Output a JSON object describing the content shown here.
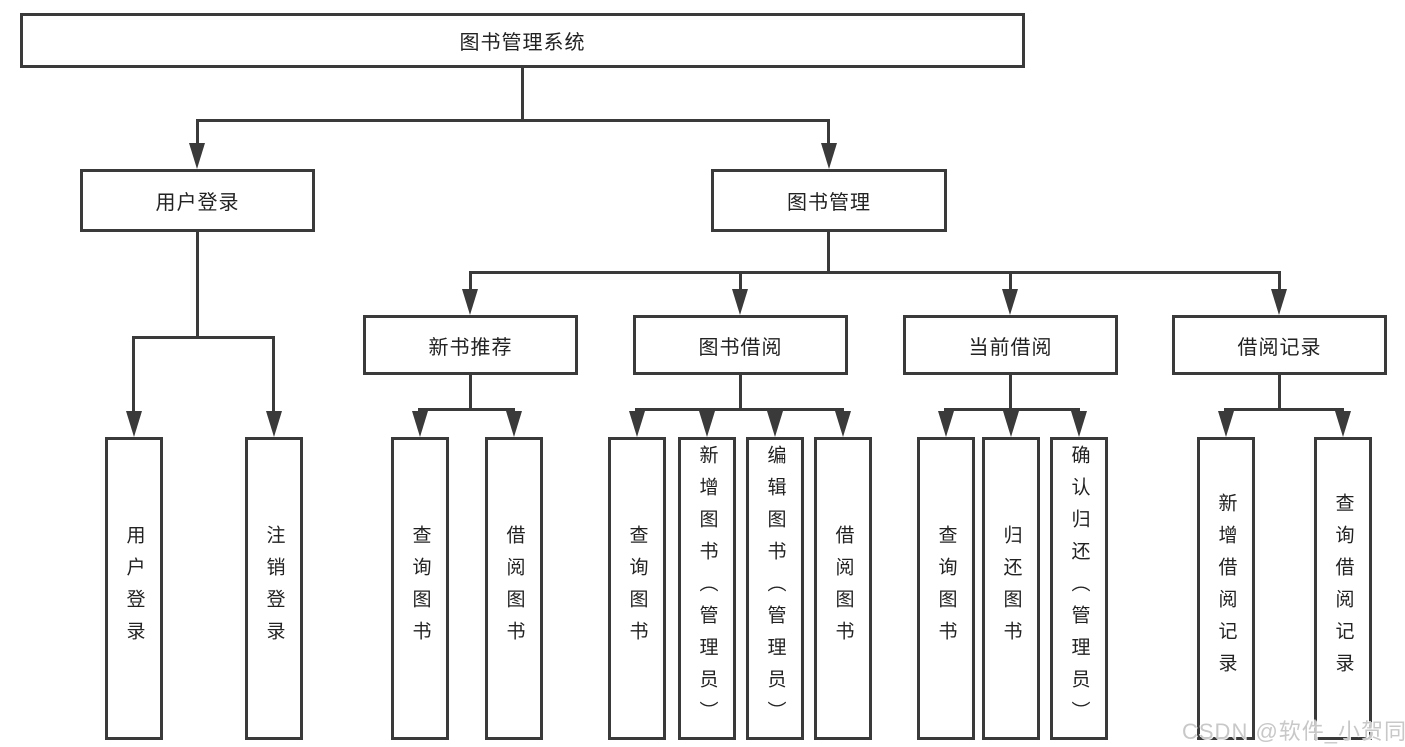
{
  "nodes": {
    "root": "图书管理系统",
    "user_login_group": "用户登录",
    "book_management": "图书管理",
    "new_book_recommend": "新书推荐",
    "book_borrow": "图书借阅",
    "current_borrow": "当前借阅",
    "borrow_record": "借阅记录",
    "leaf_user_login": "用户登录",
    "leaf_logout": "注销登录",
    "leaf_query_book_1": "查询图书",
    "leaf_borrow_book_1": "借阅图书",
    "leaf_query_book_2": "查询图书",
    "leaf_add_book_admin": "新增图书（管理员）",
    "leaf_edit_book_admin": "编辑图书（管理员）",
    "leaf_borrow_book_2": "借阅图书",
    "leaf_query_book_3": "查询图书",
    "leaf_return_book": "归还图书",
    "leaf_confirm_return_admin": "确认归还（管理员）",
    "leaf_add_borrow_record": "新增借阅记录",
    "leaf_query_borrow_record": "查询借阅记录"
  },
  "watermark": "CSDN @软件_小贺同学",
  "colors": {
    "line": "#3a3a3a",
    "text": "#222222",
    "background": "#ffffff",
    "watermark": "#c8c8c8"
  }
}
